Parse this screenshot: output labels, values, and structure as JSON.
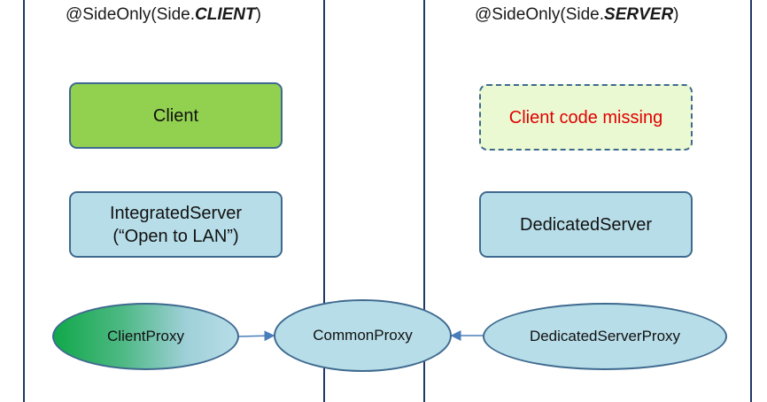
{
  "headings": {
    "left_prefix": "@SideOnly(Side.",
    "left_bold": "CLIENT",
    "left_suffix": ")",
    "right_prefix": "@SideOnly(Side.",
    "right_bold": "SERVER",
    "right_suffix": ")"
  },
  "boxes": {
    "client": "Client",
    "client_missing": "Client code missing",
    "integrated_line1": "IntegratedServer",
    "integrated_line2": "(“Open to LAN”)",
    "dedicated": "DedicatedServer"
  },
  "proxies": {
    "client": "ClientProxy",
    "common": "CommonProxy",
    "dedicated": "DedicatedServerProxy"
  },
  "colors": {
    "line": "#1f3864",
    "green_box": "#92d050",
    "blue_box": "#b7dde8",
    "missing_fill": "#ebf9d3",
    "missing_text": "#e00000",
    "arrow": "#4a7ebb"
  }
}
